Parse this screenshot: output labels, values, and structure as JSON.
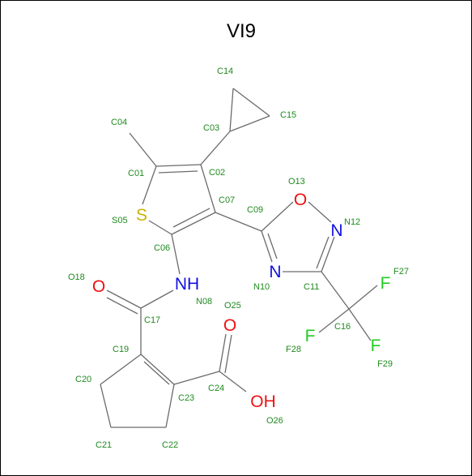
{
  "title": "VI9",
  "colors": {
    "bond": "#6b6b6b",
    "label": "#1f8a1f",
    "element": {
      "C": "#6b6b6b",
      "N": "#1010e0",
      "O": "#ee1111",
      "S": "#c8b400",
      "F": "#22cc22",
      "H": "#6b6b6b"
    }
  },
  "atom_labels": [
    "C14",
    "C15",
    "C03",
    "C04",
    "C01",
    "C02",
    "O13",
    "C07",
    "C09",
    "N12",
    "S05",
    "C06",
    "F27",
    "O18",
    "N08",
    "N10",
    "C11",
    "O25",
    "C17",
    "C16",
    "C19",
    "F28",
    "F29",
    "C20",
    "C24",
    "C23",
    "O26",
    "C21",
    "C22"
  ],
  "element_symbols": {
    "S05": "S",
    "O13": "O",
    "N12": "N",
    "N10": "N",
    "N08": "NH",
    "O18": "O",
    "O25": "O",
    "O26": "OH",
    "F27": "F",
    "F28": "F",
    "F29": "F"
  }
}
